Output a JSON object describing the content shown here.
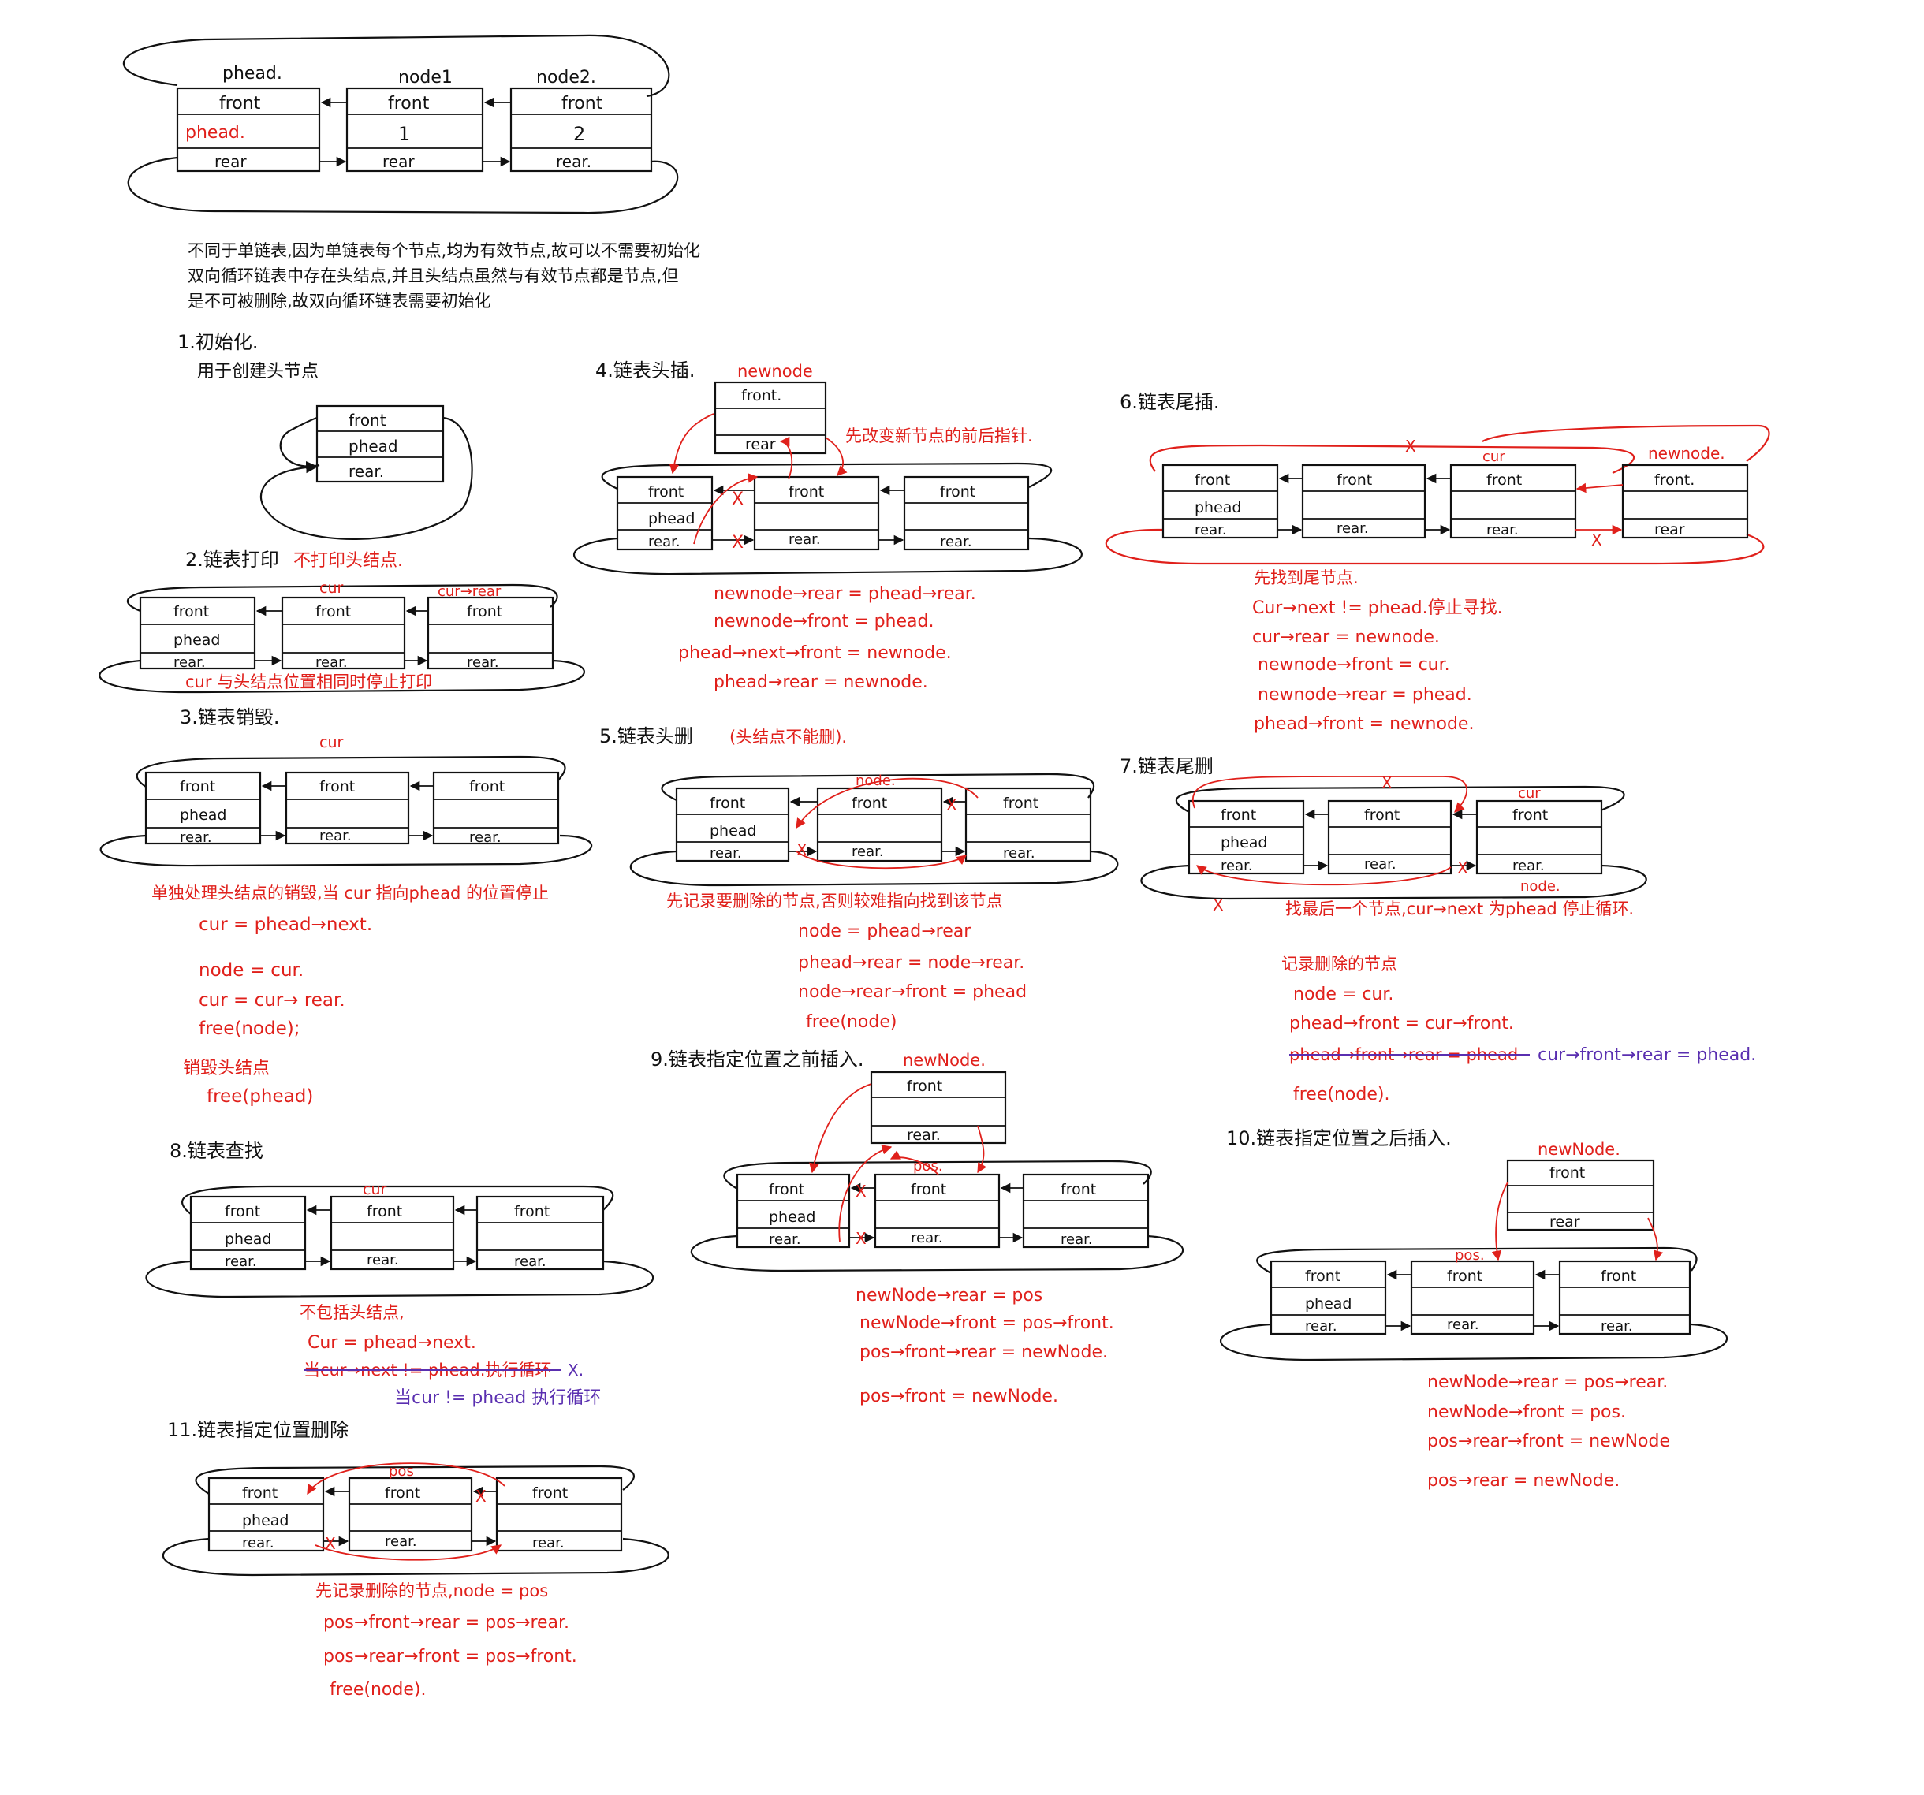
{
  "colors": {
    "ink": "#111111",
    "annotation": "#e0201b",
    "correction": "#5a2fb0",
    "background": "#ffffff"
  },
  "intro": {
    "phead": "phead.",
    "node1": "node1",
    "node2": "node2.",
    "front": "front",
    "phead_red": "phead.",
    "v1": "1",
    "v2": "2",
    "rear": "rear",
    "rear2": "rear.",
    "desc1": "不同于单链表,因为单链表每个节点,均为有效节点,故可以不需要初始化",
    "desc2": "双向循环链表中存在头结点,并且头结点虽然与有效节点都是节点,但",
    "desc3": "是不可被删除,故双向循环链表需要初始化"
  },
  "labels": {
    "front": "front",
    "phead": "phead",
    "rear": "rear",
    "rear_dot": "rear.",
    "front_dot": "front.",
    "cur": "cur",
    "x": "X",
    "newnode": "newnode",
    "newnode_cap": "newNode.",
    "newnode_red": "newnode.",
    "pos": "pos",
    "pos_dot": "pos.",
    "node": "node",
    "node_dot": "node.",
    "cur_rear": "cur→rear"
  },
  "s1": {
    "title": "1.初始化.",
    "sub": "用于创建头节点"
  },
  "s2": {
    "title": "2.链表打印",
    "note": "不打印头结点.",
    "bottom": "cur 与头结点位置相同时停止打印"
  },
  "s3": {
    "title": "3.链表销毁.",
    "note": "单独处理头结点的销毁,当 cur 指向phead 的位置停止",
    "code": [
      "cur = phead→next.",
      "node = cur.",
      "cur = cur→ rear.",
      "free(node);"
    ],
    "destroy": "销毁头结点",
    "free": "free(phead)"
  },
  "s4": {
    "title": "4.链表头插.",
    "note": "先改变新节点的前后指针.",
    "code": [
      "newnode→rear = phead→rear.",
      "newnode→front = phead.",
      "phead→next→front = newnode.",
      "phead→rear = newnode."
    ]
  },
  "s5": {
    "title": "5.链表头删",
    "paren": "(头结点不能删).",
    "note": "先记录要删除的节点,否则较难指向找到该节点",
    "code": [
      "node = phead→rear",
      "phead→rear = node→rear.",
      "node→rear→front = phead",
      "free(node)"
    ]
  },
  "s6": {
    "title": "6.链表尾插.",
    "note": "先找到尾节点.",
    "code": [
      "Cur→next != phead.停止寻找.",
      "cur→rear = newnode.",
      "newnode→front = cur.",
      "newnode→rear = phead.",
      "phead→front = newnode."
    ]
  },
  "s7": {
    "title": "7.链表尾删",
    "note": "找最后一个节点,cur→next 为phead 停止循环.",
    "record": "记录删除的节点",
    "code": [
      "node = cur.",
      "phead→front = cur→front."
    ],
    "strike": "phead→front→rear = phead",
    "fix": "cur→front→rear = phead.",
    "free": "free(node)."
  },
  "s8": {
    "title": "8.链表查找",
    "note": "不包括头结点,",
    "code1": "Cur = phead→next.",
    "strike": "当cur→next != phead.执行循环",
    "x": "X.",
    "fix": "当cur != phead 执行循环"
  },
  "s9": {
    "title": "9.链表指定位置之前插入.",
    "code": [
      "newNode→rear = pos",
      "newNode→front = pos→front.",
      "pos→front→rear = newNode.",
      "pos→front = newNode."
    ]
  },
  "s10": {
    "title": "10.链表指定位置之后插入.",
    "code": [
      "newNode→rear = pos→rear.",
      "newNode→front = pos.",
      "pos→rear→front = newNode",
      "pos→rear = newNode."
    ]
  },
  "s11": {
    "title": "11.链表指定位置删除",
    "note": "先记录删除的节点,node = pos",
    "code": [
      "pos→front→rear = pos→rear.",
      "pos→rear→front = pos→front.",
      "free(node)."
    ]
  }
}
